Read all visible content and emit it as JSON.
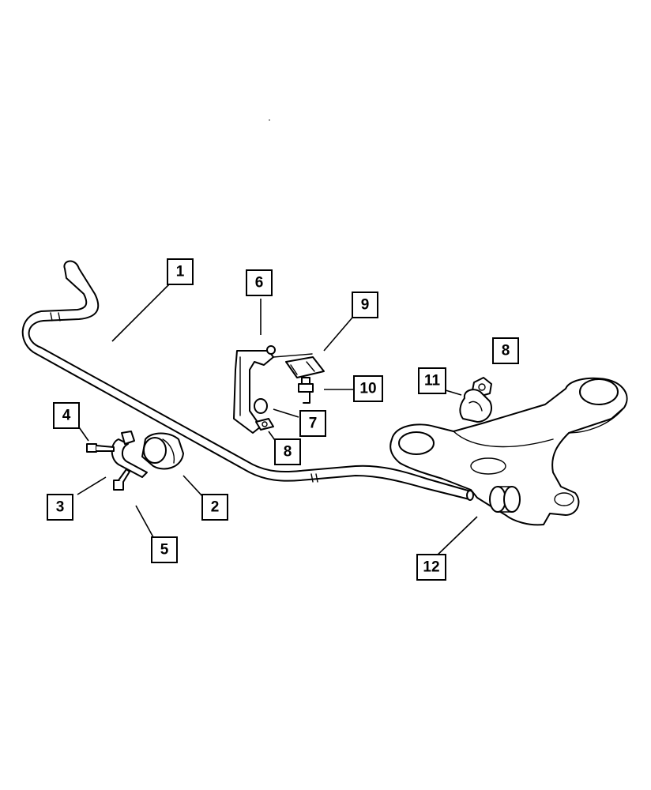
{
  "callouts": [
    {
      "id": "1",
      "label": "1"
    },
    {
      "id": "2",
      "label": "2"
    },
    {
      "id": "3",
      "label": "3"
    },
    {
      "id": "4",
      "label": "4"
    },
    {
      "id": "5",
      "label": "5"
    },
    {
      "id": "6",
      "label": "6"
    },
    {
      "id": "7",
      "label": "7"
    },
    {
      "id": "8a",
      "label": "8"
    },
    {
      "id": "8b",
      "label": "8"
    },
    {
      "id": "9",
      "label": "9"
    },
    {
      "id": "10",
      "label": "10"
    },
    {
      "id": "11",
      "label": "11"
    },
    {
      "id": "12",
      "label": "12"
    }
  ]
}
